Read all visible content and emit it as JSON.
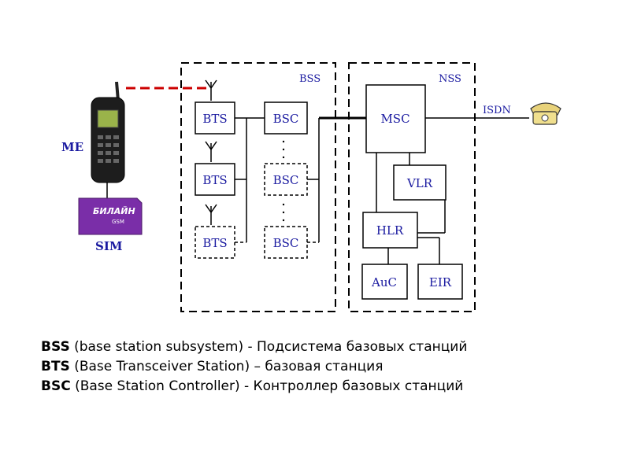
{
  "diagram": {
    "groups": {
      "bss": "BSS",
      "nss": "NSS"
    },
    "blocks": {
      "bts1": "BTS",
      "bts2": "BTS",
      "bts3": "BTS",
      "bsc1": "BSC",
      "bsc2": "BSC",
      "bsc3": "BSC",
      "msc": "MSC",
      "vlr": "VLR",
      "hlr": "HLR",
      "auc": "AuC",
      "eir": "EIR"
    },
    "labels": {
      "me": "ME",
      "sim": "SIM",
      "isdn": "ISDN",
      "sim_card_brand": "БИЛАЙН",
      "sim_card_sub": "GSM"
    },
    "colors": {
      "text": "#1a1aa0",
      "link": "#cc0000",
      "sim_card": "#7a2ea8"
    }
  },
  "legend": [
    {
      "abbr": "BSS",
      "text": " (base station subsystem) - Подсистема базовых станций"
    },
    {
      "abbr": "BTS",
      "text": " (Base Transceiver Station) – базовая станция"
    },
    {
      "abbr": "BSC",
      "text": " (Base Station Controller) - Контроллер базовых станций"
    }
  ]
}
